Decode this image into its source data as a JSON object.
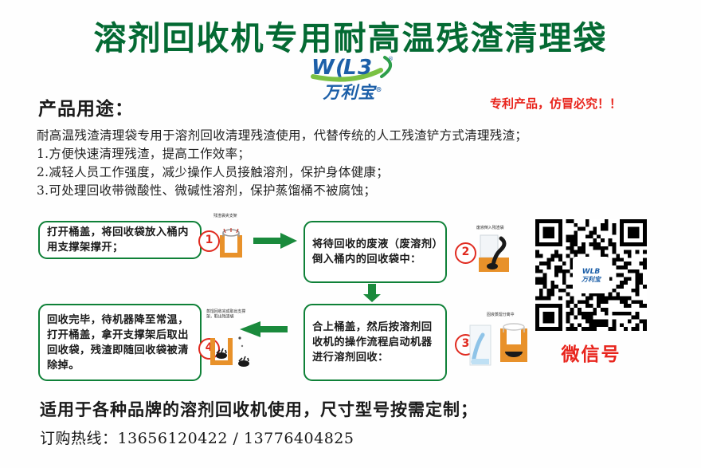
{
  "poster": {
    "title": "溶剂回收机专用耐高温残渣清理袋",
    "brand": {
      "mark": "WLB",
      "name": "万利宝",
      "registered": "®"
    },
    "section_heading": "产品用途：",
    "patent_notice": "专利产品，仿冒必究！！",
    "uses": [
      "耐高温残渣清理袋专用于溶剂回收清理残渣使用，代替传统的人工残渣铲方式清理残渣；",
      "1.方便快速清理残渣，提高工作效率；",
      "2.减轻人员工作强度，减少操作人员接触溶剂，保护身体健康；",
      "3.可处理回收带微酸性、微碱性溶剂，保护蒸馏桶不被腐蚀；"
    ],
    "flow": [
      {
        "number": "①",
        "text": "打开桶盖，将回收袋放入桶内用支撑架撑开；",
        "caption": "残渣袋夹支架",
        "icon": "bucket-with-bag-icon"
      },
      {
        "number": "②",
        "text": "将待回收的废液（废溶剂）倒入桶内的回收袋中：",
        "caption": "废液倒入残渣袋",
        "icon": "pouring-liquid-icon"
      },
      {
        "number": "③",
        "text": "合上桶盖，然后按溶剂回收机的操作流程启动机器进行溶剂回收：",
        "caption": "固液蒸馏分离中",
        "icon": "distillation-icon"
      },
      {
        "number": "④",
        "text": "回收完毕，待机器降至常温，打开桶盖，拿开支撑架后取出回收袋，残渣即随回收袋被清除掉。",
        "caption": "蒸馏回收完成取出支撑架，取出残渣袋",
        "icon": "residue-removal-icon"
      }
    ],
    "arrows": [
      {
        "name": "arrow-right",
        "direction": "right"
      },
      {
        "name": "arrow-down",
        "direction": "down"
      },
      {
        "name": "arrow-left",
        "direction": "left"
      }
    ],
    "qr": {
      "label": "微信号",
      "center_mark": "WLB",
      "center_name": "万利宝"
    },
    "footer": {
      "line1": "适用于各种品牌的溶剂回收机使用，尺寸型号按需定制；",
      "line2_label": "订购热线：",
      "phone1": "13656120422",
      "separator": " / ",
      "phone2": "13776404825"
    },
    "colors": {
      "title_green": "#046a33",
      "box_green": "#0f8138",
      "arrow_green": "#1a8a3c",
      "red": "#e8241c",
      "blue": "#1c5fa8",
      "orange": "#e8912a"
    }
  }
}
